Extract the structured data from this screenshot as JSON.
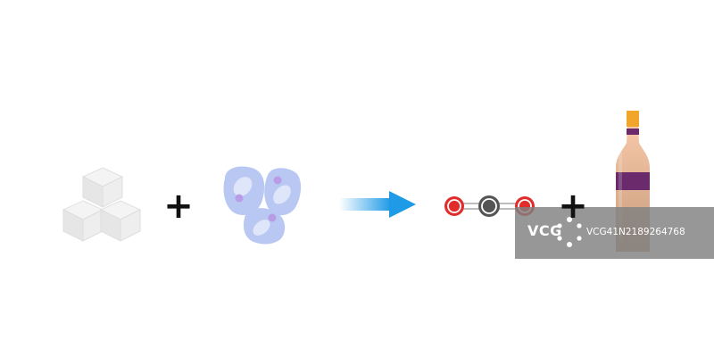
{
  "diagram": {
    "operators": {
      "plus1": "+",
      "plus2": "+"
    },
    "molecule": {
      "atoms": [
        "O",
        "C",
        "O"
      ]
    },
    "colors": {
      "sugar_cube": "#eeeeee",
      "yeast_cell": "#b9c8f3",
      "yeast_nucleus": "#b89de6",
      "arrow": "#1e9ae6",
      "oxygen": "#e22b2b",
      "carbon": "#555555",
      "bottle_body": "#d9a88c",
      "bottle_label": "#6b2a6b",
      "bottle_cap": "#f1a52a"
    }
  },
  "watermark": {
    "logo": "VCG",
    "id": "VCG41N2189264768"
  }
}
